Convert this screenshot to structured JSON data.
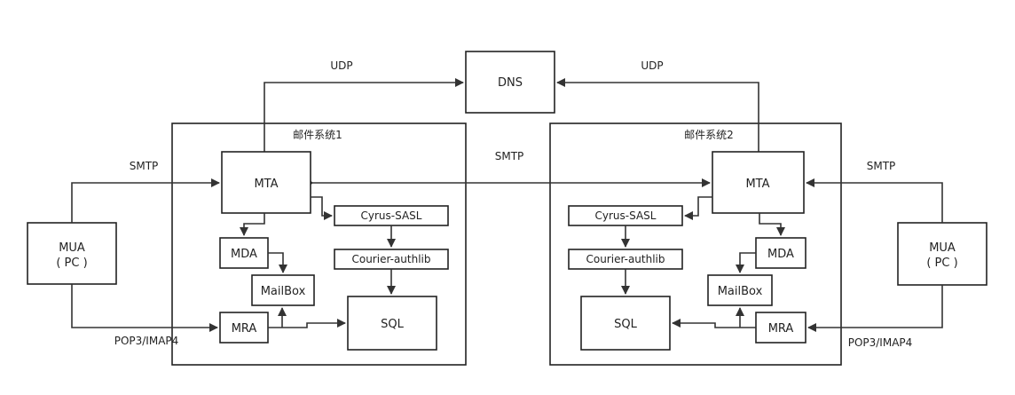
{
  "diagram": {
    "dns": "DNS",
    "udp_left": "UDP",
    "udp_right": "UDP",
    "smtp_center": "SMTP",
    "system1": {
      "title": "邮件系统1",
      "mta": "MTA",
      "mda": "MDA",
      "mailbox": "MailBox",
      "mra": "MRA",
      "cyrus": "Cyrus-SASL",
      "courier": "Courier-authlib",
      "sql": "SQL"
    },
    "system2": {
      "title": "邮件系统2",
      "mta": "MTA",
      "mda": "MDA",
      "mailbox": "MailBox",
      "mra": "MRA",
      "cyrus": "Cyrus-SASL",
      "courier": "Courier-authlib",
      "sql": "SQL"
    },
    "mua_left": {
      "line1": "MUA",
      "line2": "( PC )",
      "smtp": "SMTP",
      "pop": "POP3/IMAP4"
    },
    "mua_right": {
      "line1": "MUA",
      "line2": "( PC )",
      "smtp": "SMTP",
      "pop": "POP3/IMAP4"
    }
  }
}
